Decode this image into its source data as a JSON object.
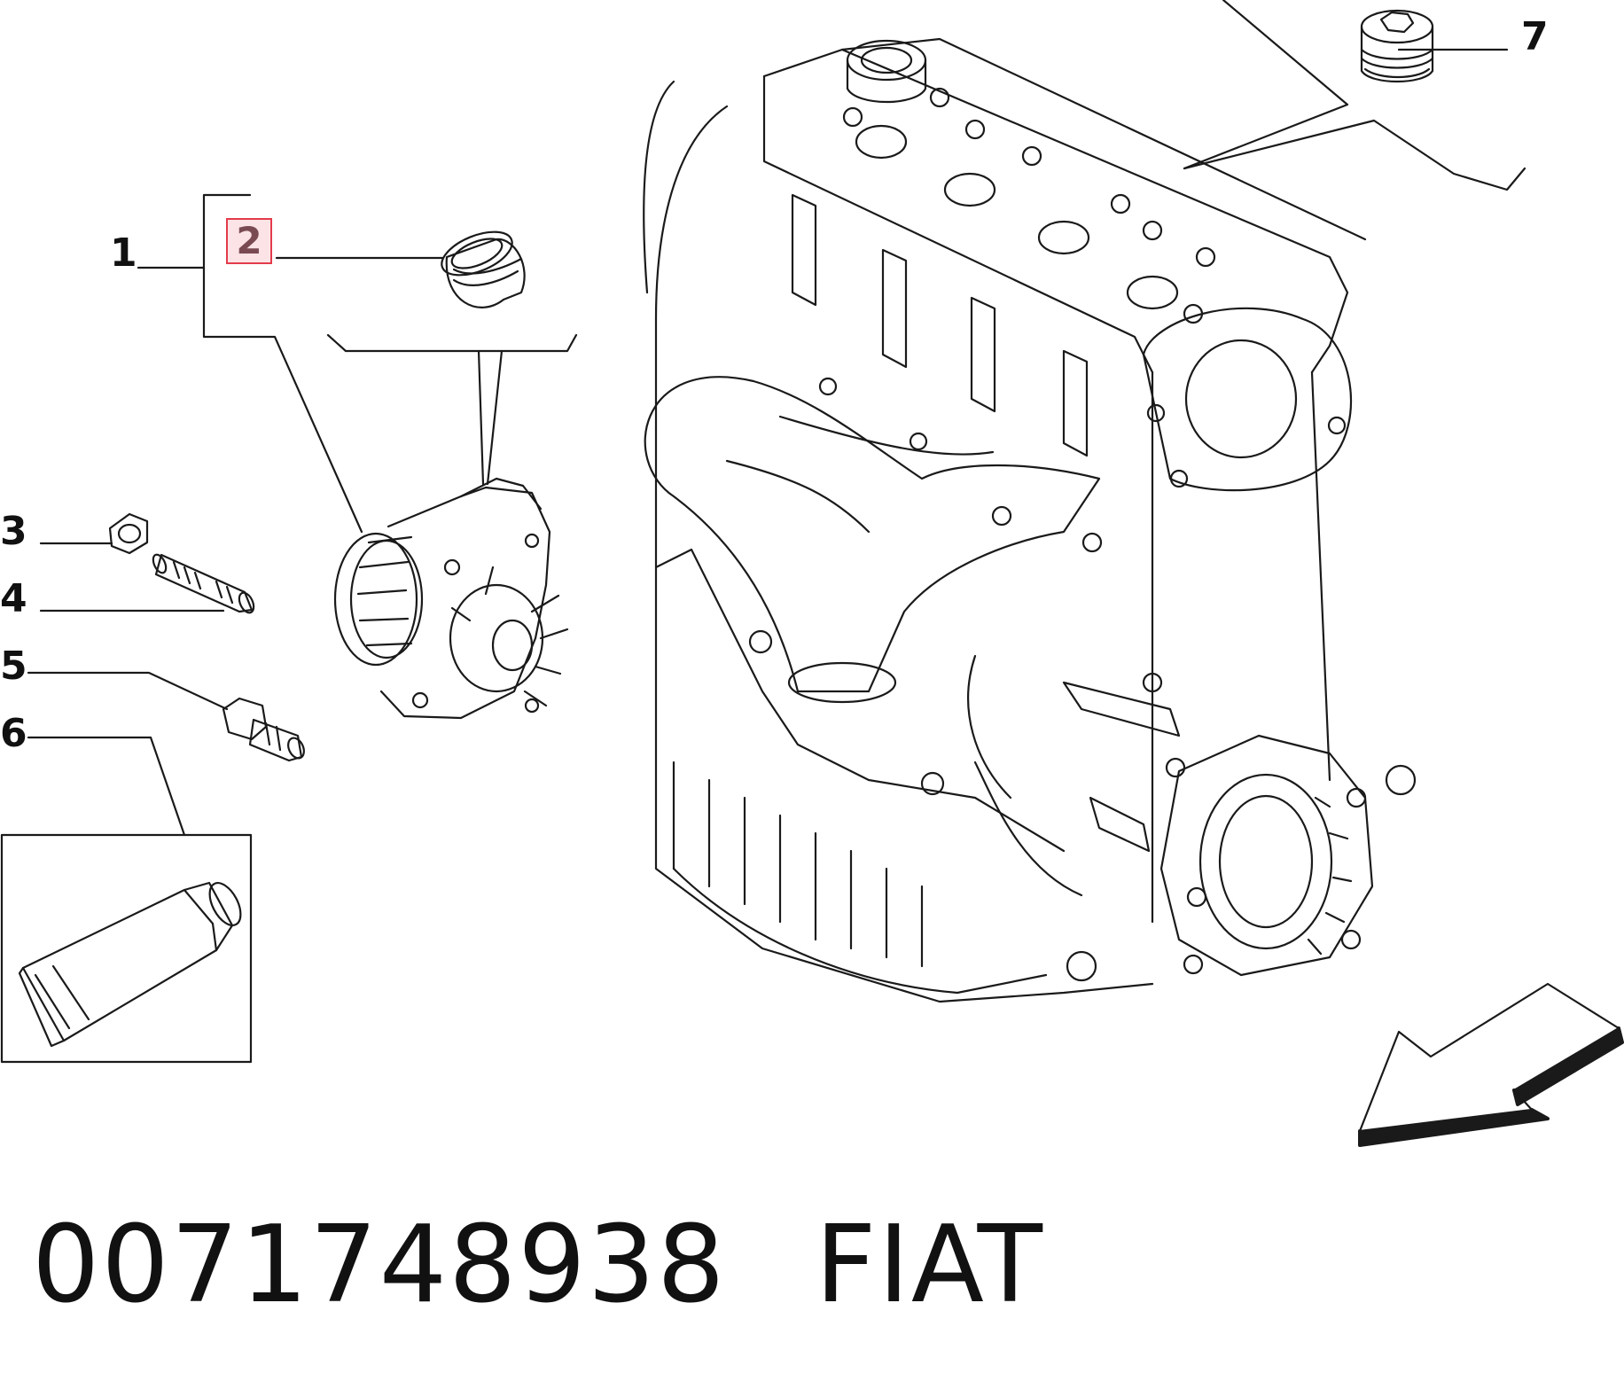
{
  "callouts": {
    "c1": "1",
    "c2": "2",
    "c3": "3",
    "c4": "4",
    "c5": "5",
    "c6": "6",
    "c7": "7"
  },
  "footer": {
    "part_number": "0071748938",
    "brand": "FIAT"
  },
  "colors": {
    "line": "#1a1a1a",
    "highlight_border": "#e33b4a",
    "highlight_fill": "#fbe3e6"
  }
}
